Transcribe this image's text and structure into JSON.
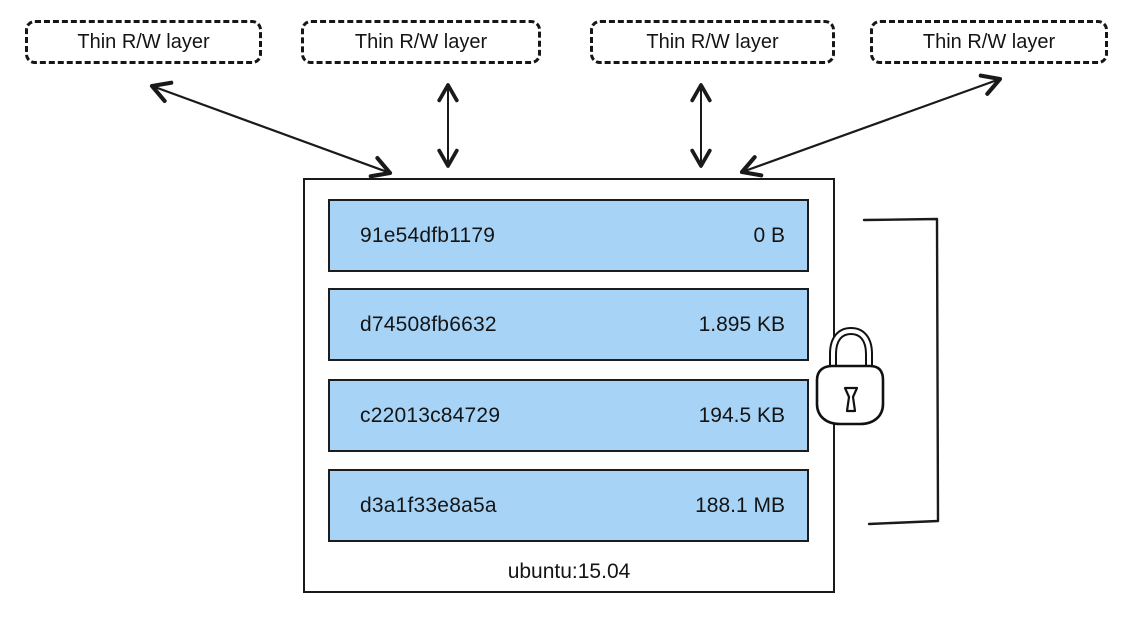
{
  "diagram": {
    "kind": "docker-image-layers",
    "thin_layers": [
      "Thin R/W layer",
      "Thin R/W layer",
      "Thin R/W layer",
      "Thin R/W layer"
    ],
    "image": {
      "name": "ubuntu:15.04"
    },
    "image_layers": [
      {
        "id": "91e54dfb1179",
        "size": "0 B"
      },
      {
        "id": "d74508fb6632",
        "size": "1.895 KB"
      },
      {
        "id": "c22013c84729",
        "size": "194.5 KB"
      },
      {
        "id": "d3a1f33e8a5a",
        "size": "188.1 MB"
      }
    ],
    "icons": {
      "lock": "padlock"
    },
    "colors": {
      "layer_fill": "#a7d4f6",
      "stroke": "#1a1a1a",
      "background": "#ffffff"
    }
  }
}
